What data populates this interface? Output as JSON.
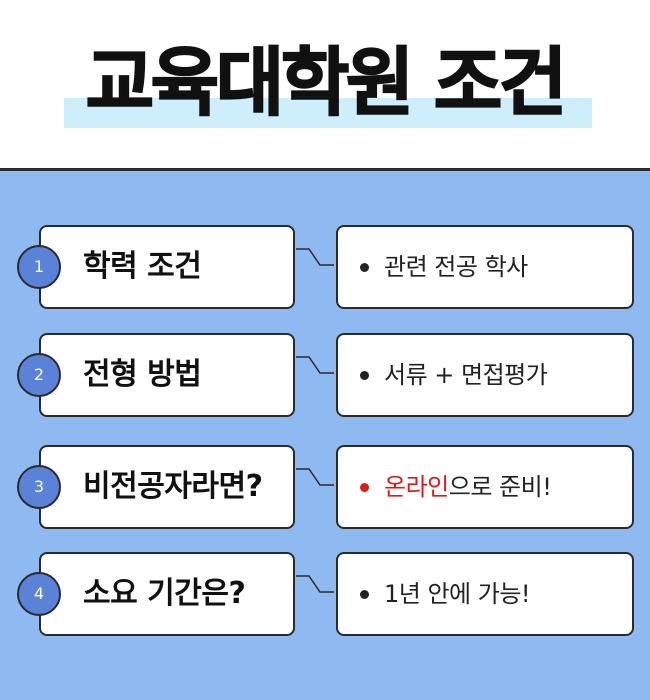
{
  "title": "교육대학원 조건",
  "colors": {
    "panel": "#8fbaf1",
    "number_circle": "#5b82d9",
    "highlight": "#cdeefa",
    "accent_red": "#e01818"
  },
  "rows": [
    {
      "number": "1",
      "label": "학력 조건",
      "answer": "관련 전공 학사",
      "answer_highlight": "",
      "answer_rest": ""
    },
    {
      "number": "2",
      "label": "전형 방법",
      "answer": "서류 + 면접평가",
      "answer_highlight": "",
      "answer_rest": ""
    },
    {
      "number": "3",
      "label": "비전공자라면?",
      "answer": "",
      "answer_highlight": "온라인",
      "answer_rest": "으로 준비!"
    },
    {
      "number": "4",
      "label": "소요 기간은?",
      "answer": "1년 안에 가능!",
      "answer_highlight": "",
      "answer_rest": ""
    }
  ]
}
